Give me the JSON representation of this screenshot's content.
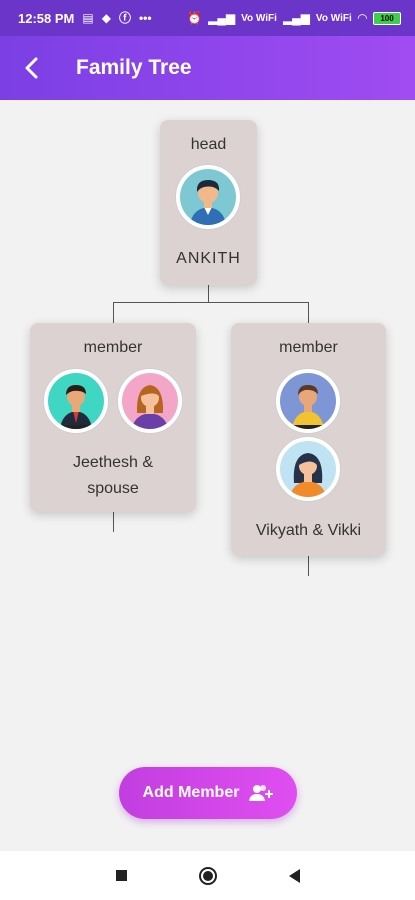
{
  "status_bar": {
    "time": "12:58 PM",
    "network_label_1": "Vo WiFi",
    "network_label_2": "Vo WiFi",
    "battery": "100"
  },
  "app_bar": {
    "title": "Family Tree",
    "back_icon": "chevron-left-icon"
  },
  "tree": {
    "head": {
      "role": "head",
      "name": "ANKITH",
      "avatar": "male-avatar-icon"
    },
    "children": [
      {
        "role": "member",
        "name_line1": "Jeethesh &",
        "name_line2": "spouse",
        "avatars": [
          "male-avatar-icon",
          "female-avatar-icon"
        ]
      },
      {
        "role": "member",
        "name_line1": "Vikyath & Vikki",
        "avatars": [
          "male-avatar-icon",
          "female-avatar-icon"
        ]
      }
    ]
  },
  "add_member_button": {
    "label": "Add Member",
    "icon": "add-person-icon"
  },
  "colors": {
    "status_bar": "#6b35c9",
    "app_bar_start": "#7b3fe4",
    "app_bar_end": "#a04cf2",
    "card": "#ddd2d2",
    "button_start": "#c23ee0",
    "button_end": "#e04ef0"
  }
}
